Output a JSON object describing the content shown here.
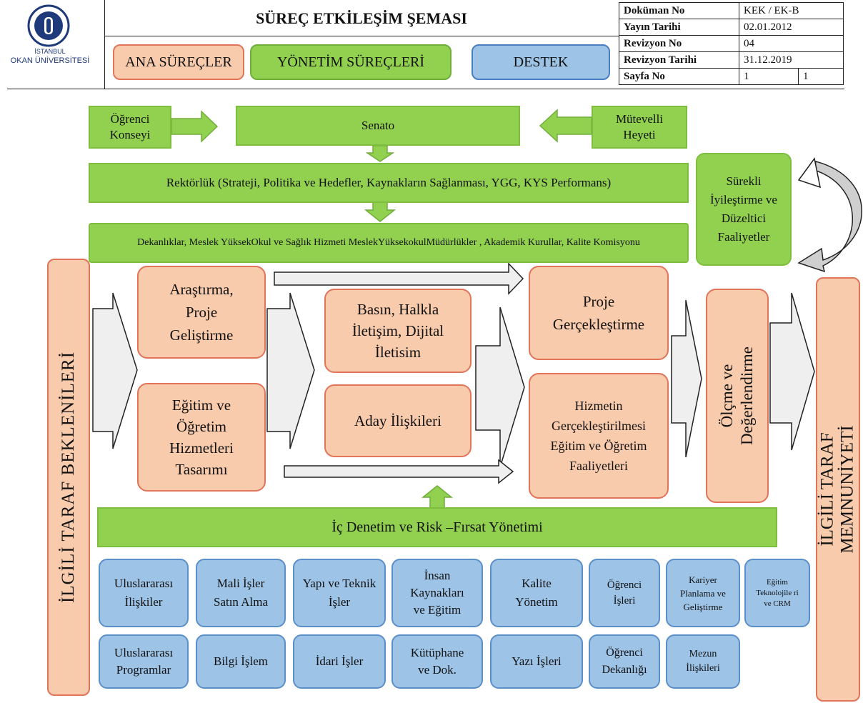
{
  "header": {
    "logo_text_1": "İSTANBUL",
    "logo_text_2": "OKAN ÜNİVERSİTESİ",
    "title": "SÜREÇ ETKİLEŞİM ŞEMASI",
    "legend": [
      "ANA SÜREÇLER",
      "YÖNETİM SÜREÇLERİ",
      "DESTEK"
    ],
    "doc_table": [
      {
        "label": "Doküman No",
        "value": "KEK / EK-B",
        "value2": ""
      },
      {
        "label": "Yayın Tarihi",
        "value": "02.01.2012",
        "value2": ""
      },
      {
        "label": "Revizyon No",
        "value": "04",
        "value2": ""
      },
      {
        "label": "Revizyon Tarihi",
        "value": "31.12.2019",
        "value2": ""
      },
      {
        "label": "Sayfa No",
        "value": "1",
        "value2": "1"
      }
    ]
  },
  "management": {
    "ogrenci_konseyi": "Öğrenci Konseyi",
    "senato": "Senato",
    "mutevelli": "Mütevelli Heyeti",
    "rektorluk": "Rektörlük (Strateji, Politika ve Hedefler, Kaynakların Sağlanması, YGG, KYS Performans)",
    "dekanliklar": "Dekanlıklar, Meslek YüksekOkul ve Sağlık Hizmeti MeslekYüksekokulMüdürlükler , Akademik Kurullar, Kalite Komisyonu",
    "surekli": "Sürekli İyileştirme ve Düzeltici Faaliyetler",
    "ic_denetim": "İç Denetim ve Risk –Fırsat  Yönetimi"
  },
  "side": {
    "left": "İLGİLİ TARAF BEKLENİLERİ",
    "right_1": "İLGİLİ TARAF",
    "right_2": "MEMNUNİYETİ"
  },
  "main": {
    "arastirma": "Araştırma, Proje Geliştirme",
    "egitim": "Eğitim ve Öğretim Hizmetleri Tasarımı",
    "basin": "Basın, Halkla İletişim,  Dijital İletisim",
    "aday": "Aday İlişkileri",
    "proje": "Proje Gerçekleştirme",
    "hizmet": "Hizmetin Gerçekleştirilmesi Eğitim ve Öğretim Faaliyetleri",
    "olcme": "Ölçme ve Değerlendirme"
  },
  "support": {
    "row1": [
      "Uluslararası İlişkiler",
      "Mali İşler Satın Alma",
      "Yapı ve Teknik İşler",
      "İnsan Kaynakları ve Eğitim",
      "Kalite Yönetim",
      "Öğrenci İşleri",
      "Kariyer Planlama ve Geliştirme",
      "Eğitim Teknolojile ri ve CRM"
    ],
    "row2": [
      "Uluslararası Programlar",
      "Bilgi İşlem",
      "İdari İşler",
      "Kütüphane ve Dok.",
      "Yazı İşleri",
      "Öğrenci Dekanlığı",
      "Mezun İlişkileri"
    ]
  },
  "colors": {
    "management": "#92d050",
    "main": "#f8cbad",
    "support": "#9dc3e6",
    "arrow_fill": "#efefef"
  }
}
